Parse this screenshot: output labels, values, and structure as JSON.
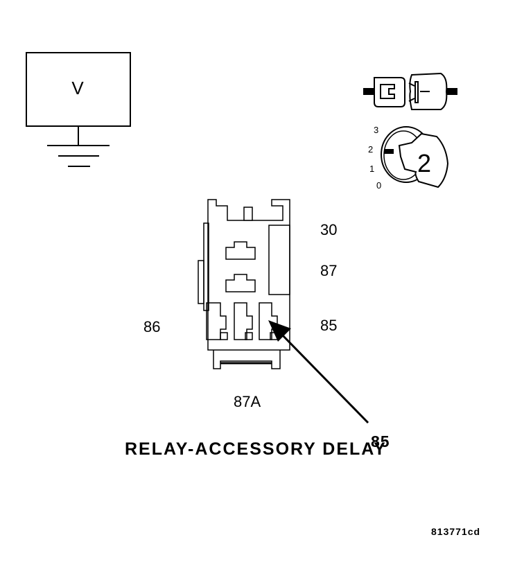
{
  "voltmeter": {
    "symbol": "V"
  },
  "ignition": {
    "positions": [
      "3",
      "2",
      "1",
      "0"
    ],
    "current_position": "2"
  },
  "relay": {
    "pins": {
      "p30": "30",
      "p87": "87",
      "p86": "86",
      "p85": "85",
      "p87a": "87A"
    }
  },
  "callout": {
    "title": "RELAY-ACCESSORY DELAY",
    "pin": "85"
  },
  "figure_id": "813771cd"
}
